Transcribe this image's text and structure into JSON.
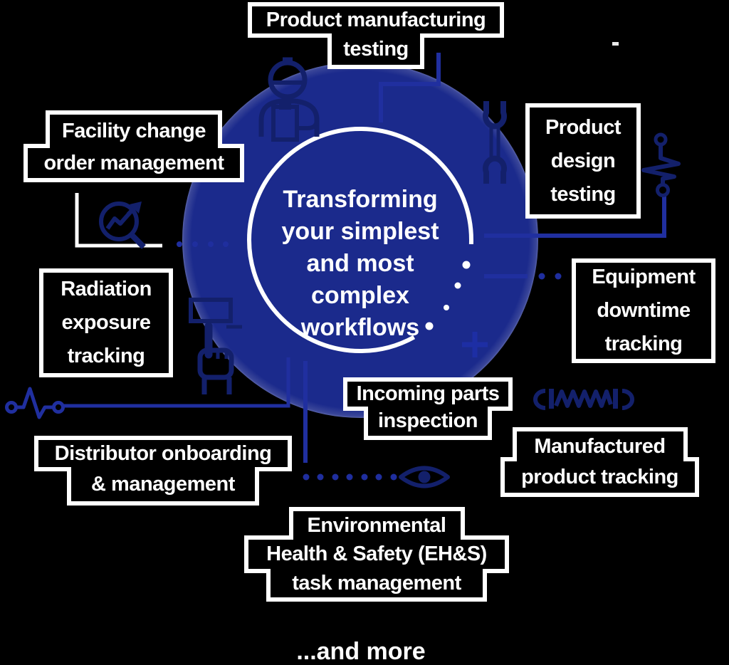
{
  "center": {
    "lines": [
      "Transforming",
      "your simplest",
      "and most",
      "complex",
      "workflows"
    ]
  },
  "labels": {
    "product_manufacturing": {
      "lines": [
        "Product manufacturing",
        "testing"
      ]
    },
    "facility_change": {
      "lines": [
        "Facility change",
        "order management"
      ]
    },
    "product_design": {
      "lines": [
        "Product",
        "design",
        "testing"
      ]
    },
    "equipment_downtime": {
      "lines": [
        "Equipment",
        "downtime",
        "tracking"
      ]
    },
    "radiation_exposure": {
      "lines": [
        "Radiation",
        "exposure",
        "tracking"
      ]
    },
    "incoming_parts": {
      "lines": [
        "Incoming parts",
        "inspection"
      ]
    },
    "distributor": {
      "lines": [
        "Distributor onboarding",
        "& management"
      ]
    },
    "manufactured_product": {
      "lines": [
        "Manufactured",
        "product tracking"
      ]
    },
    "ehs": {
      "lines": [
        "Environmental",
        "Health & Safety (EH&S)",
        "task management"
      ]
    },
    "and_more": "...and more"
  },
  "icons": [
    "worker-icon",
    "wrench-icon",
    "chart-growth-icon",
    "touch-screen-icon",
    "signal-icon",
    "spring-icon",
    "eye-icon",
    "plus-icon",
    "pulse-line-icon"
  ],
  "colors": {
    "background": "#000000",
    "circle_fill": "#1b2a8c",
    "glow": "#e9edf9",
    "ring": "#ffffff",
    "icon_navy": "#13206b",
    "connector_blue": "#202f9f",
    "plus_blue": "#1d2ea4",
    "label_text": "#ffffff"
  }
}
